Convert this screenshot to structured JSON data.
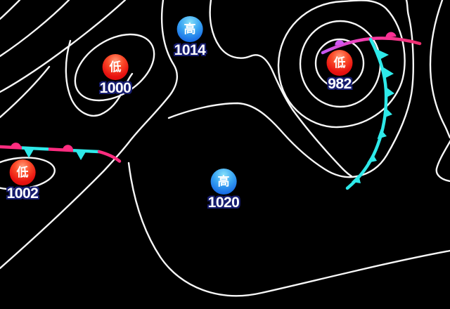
{
  "map": {
    "kind": "surface-pressure-weather-map",
    "background_color": "#000000",
    "isobar_color": "#ffffff",
    "label_text_color": "#ffffff",
    "label_outline_color": "#171d70",
    "pressure_centers": [
      {
        "kind": "low",
        "symbol": "低",
        "value": "1000",
        "marker_color": "#e81210"
      },
      {
        "kind": "high",
        "symbol": "高",
        "value": "1014",
        "marker_color": "#1a6ee6"
      },
      {
        "kind": "low",
        "symbol": "低",
        "value": "982",
        "marker_color": "#e81210"
      },
      {
        "kind": "low",
        "symbol": "低",
        "value": "1002",
        "marker_color": "#e81210"
      },
      {
        "kind": "high",
        "symbol": "高",
        "value": "1020",
        "marker_color": "#1a6ee6"
      }
    ],
    "fronts": [
      {
        "kind": "stationary-front",
        "location": "west",
        "warm_color": "#ff2d80",
        "cold_color": "#2ee9e9"
      },
      {
        "kind": "warm-front",
        "location": "northeast",
        "color_start": "#c558f2",
        "color_end": "#ec2e6d"
      },
      {
        "kind": "cold-front",
        "location": "east",
        "color": "#2ee9e9"
      }
    ]
  }
}
